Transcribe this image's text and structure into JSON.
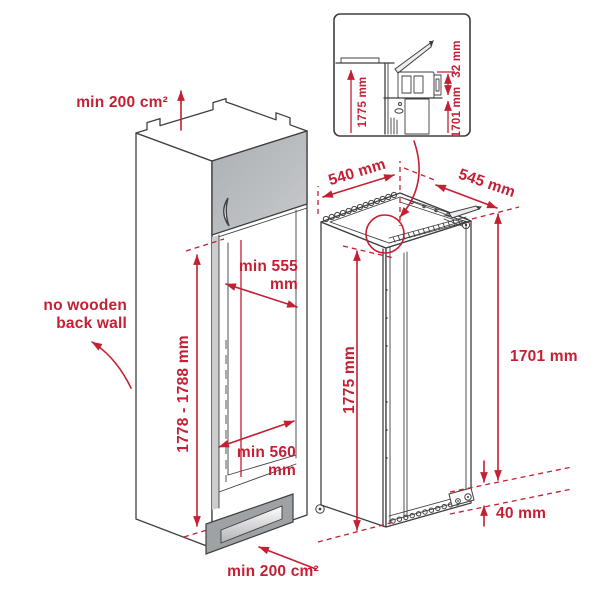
{
  "colors": {
    "annotation_red": "#c41f33",
    "line_dark": "#3f3f42",
    "door_gray": "#b4b6b8",
    "plinth_gray": "#9fa2a5"
  },
  "cabinet": {
    "top_vent_label": "min 200 cm²",
    "back_wall_note_line1": "no wooden",
    "back_wall_note_line2": "back wall",
    "height_range_label": "1778 - 1788 mm",
    "niche_depth_label_line1": "min 555",
    "niche_depth_label_line2": "mm",
    "niche_width_label_line1": "min 560",
    "niche_width_label_line2": "mm",
    "bottom_vent_label": "min 200 cm²"
  },
  "appliance": {
    "width_label": "540 mm",
    "depth_label": "545 mm",
    "height_label": "1775 mm",
    "fixing_height_label": "1701 mm",
    "base_clearance_label": "40 mm"
  },
  "detail_inset": {
    "height_label": "1775 mm",
    "top_gap_label": "32 mm",
    "fixing_height_label": "1701 mm"
  }
}
